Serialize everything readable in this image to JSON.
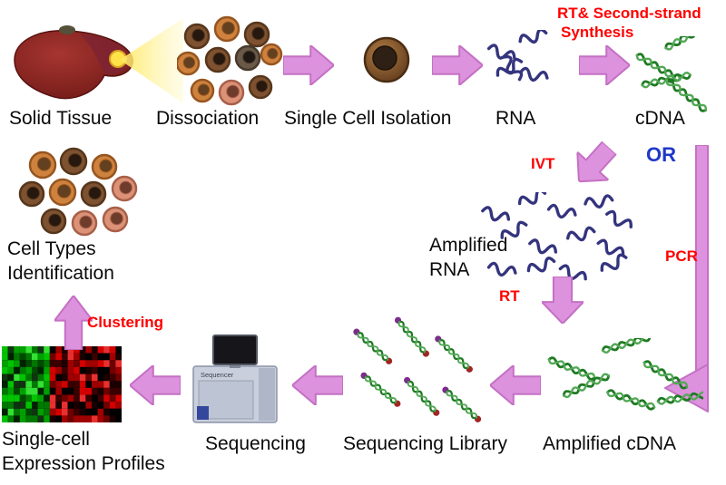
{
  "labels": {
    "solid_tissue": "Solid Tissue",
    "dissociation": "Dissociation",
    "single_cell_isolation": "Single Cell Isolation",
    "rna": "RNA",
    "cdna": "cDNA",
    "rt_second_strand_line1": "RT& Second-strand",
    "rt_second_strand_line2": "Synthesis",
    "ivt": "IVT",
    "or": "OR",
    "pcr": "PCR",
    "rt": "RT",
    "amplified_rna_line1": "Amplified",
    "amplified_rna_line2": "RNA",
    "amplified_cdna": "Amplified cDNA",
    "sequencing_library": "Sequencing Library",
    "sequencing": "Sequencing",
    "sequencer_device": "Sequencer",
    "single_cell_profiles_line1": "Single-cell",
    "single_cell_profiles_line2": "Expression Profiles",
    "cell_types_line1": "Cell Types",
    "cell_types_line2": "Identification",
    "clustering": "Clustering"
  },
  "colors": {
    "arrow_fill": "#DD92DD",
    "arrow_stroke": "#C470C4",
    "annotation_red": "#FF0000",
    "or_blue": "#2038C8",
    "rna_blue": "#34347E",
    "dna_green": "#1E7A22",
    "dna_green_light": "#53A856",
    "tip_purple": "#7B2D8B",
    "tip_maroon": "#A32424",
    "text_black": "#0A0A0A"
  }
}
